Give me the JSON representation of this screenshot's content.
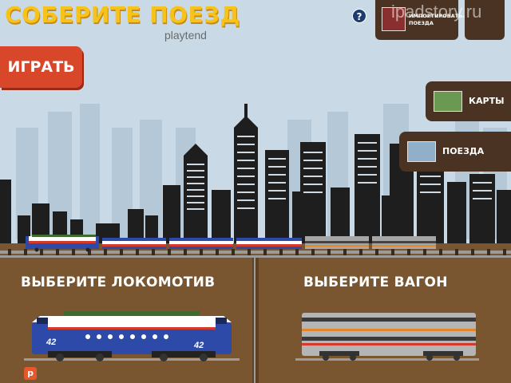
{
  "header": {
    "title": "СОБЕРИТЕ ПОЕЗД",
    "brand": "playtend",
    "help_label": "?",
    "import_label": "ИМПОРТИРОВАТЬ ПОЕЗДА",
    "watermark": "ipadstory.ru"
  },
  "play_button": {
    "label": "ИГРАТЬ"
  },
  "menu": {
    "maps_label": "КАРТЫ",
    "trains_label": "ПОЕЗДА"
  },
  "panels": {
    "locomotive_label": "ВЫБЕРИТЕ ЛОКОМОТИВ",
    "wagon_label": "ВЫБЕРИТЕ ВАГОН",
    "locomotive_number": "42"
  },
  "train_preview": {
    "cars": [
      "locomotive",
      "red-white-blue-car",
      "red-white-blue-car",
      "red-white-blue-car",
      "gray-coach",
      "gray-coach"
    ]
  },
  "colors": {
    "sky": "#c9dae6",
    "brown_panel": "#7a5630",
    "dark_brown": "#4a3322",
    "title_yellow": "#f6c21c",
    "play_red": "#d9472b",
    "loco_blue": "#2d4aa8"
  }
}
